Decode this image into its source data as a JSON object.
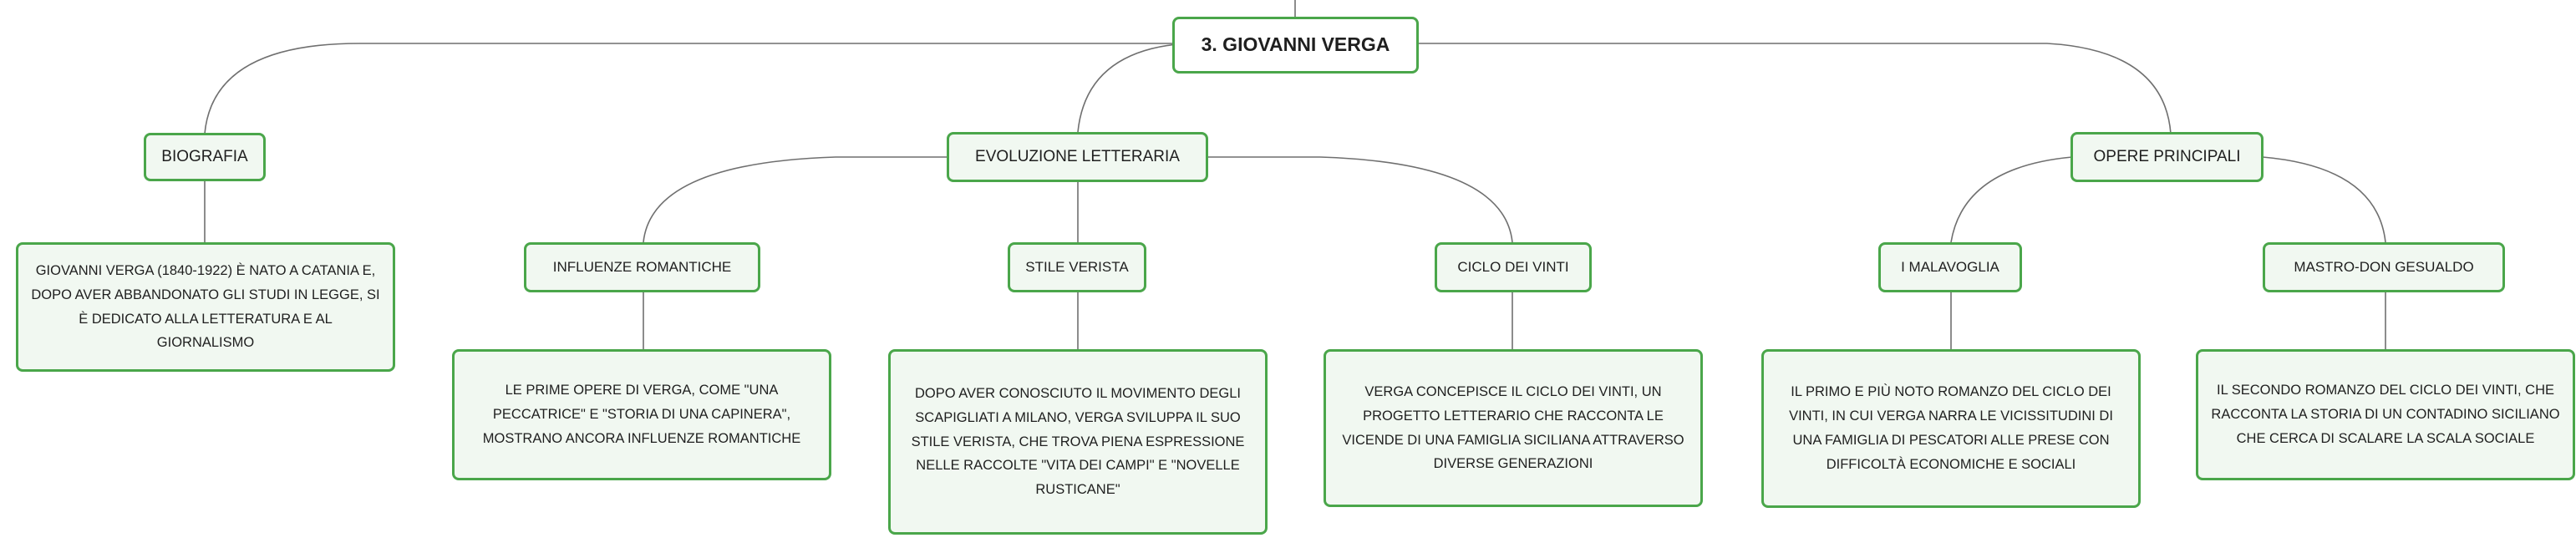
{
  "root": {
    "label": "3. Giovanni Verga"
  },
  "branches": {
    "biografia": {
      "label": "Biografia",
      "text": "Giovanni Verga (1840-1922) è nato a Catania e, dopo aver abbandonato gli studi in legge, si è dedicato alla letteratura e al giornalismo"
    },
    "evoluzione": {
      "label": "Evoluzione letteraria",
      "children": [
        {
          "label": "Influenze romantiche",
          "text": "Le prime opere di Verga, come \"Una peccatrice\" e \"Storia di una capinera\", mostrano ancora influenze romantiche"
        },
        {
          "label": "Stile verista",
          "text": "Dopo aver conosciuto il movimento degli Scapigliati a Milano, Verga sviluppa il suo stile verista, che trova piena espressione nelle raccolte \"Vita dei campi\" e \"Novelle rusticane\""
        },
        {
          "label": "Ciclo dei vinti",
          "text": "Verga concepisce il Ciclo dei vinti, un progetto letterario che racconta le vicende di una famiglia siciliana attraverso diverse generazioni"
        }
      ]
    },
    "opere": {
      "label": "Opere principali",
      "children": [
        {
          "label": "I Malavoglia",
          "text": "Il primo e più noto romanzo del Ciclo dei vinti, in cui Verga narra le vicissitudini di una famiglia di pescatori alle prese con difficoltà economiche e sociali"
        },
        {
          "label": "Mastro-don Gesualdo",
          "text": "Il secondo romanzo del Ciclo dei vinti, che racconta la storia di un contadino siciliano che cerca di scalare la scala sociale"
        }
      ]
    }
  },
  "colors": {
    "border": "#4aa64a",
    "fill": "#f1f8f1",
    "line": "#6f6f6f"
  }
}
